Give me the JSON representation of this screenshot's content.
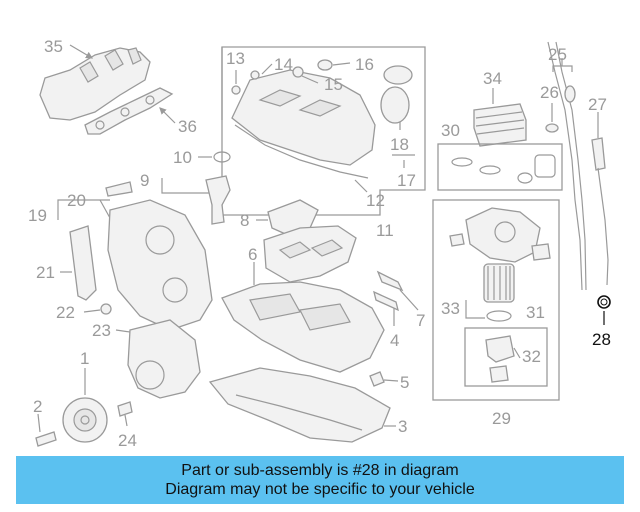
{
  "callouts": [
    "35",
    "36",
    "13",
    "14",
    "15",
    "16",
    "18",
    "17",
    "12",
    "11",
    "34",
    "30",
    "25",
    "26",
    "27",
    "28",
    "10",
    "9",
    "20",
    "19",
    "8",
    "6",
    "21",
    "22",
    "23",
    "1",
    "2",
    "24",
    "7",
    "4",
    "5",
    "3",
    "33",
    "31",
    "32",
    "29"
  ],
  "highlighted_part": "28",
  "banner": {
    "line1": "Part or sub-assembly is #28 in diagram",
    "line2": "Diagram may not be specific to your vehicle"
  },
  "colors": {
    "banner": "#5bc1f0",
    "line": "#9a9a9a",
    "highlight": "#111111"
  }
}
